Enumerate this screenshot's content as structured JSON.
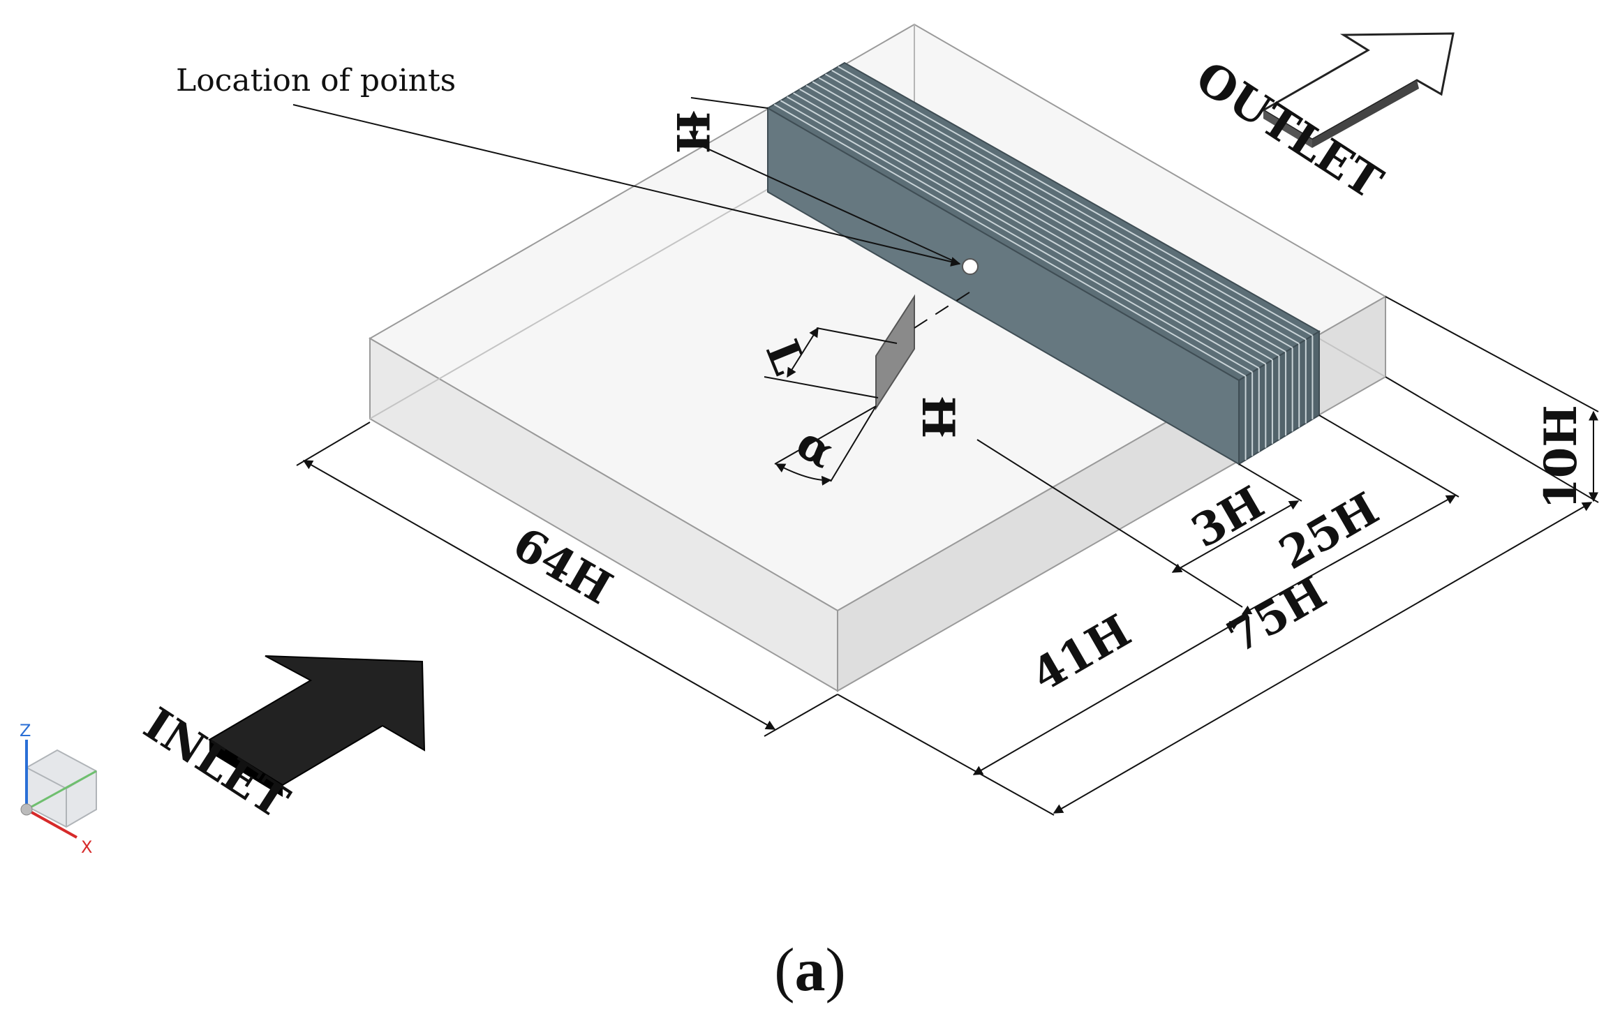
{
  "annotation": {
    "location_label": "Location of points"
  },
  "flow": {
    "inlet_label": "INLET",
    "outlet_label": "OUTLET"
  },
  "dimensions": {
    "h_top": "H",
    "l": "L",
    "h_plate": "H",
    "alpha": "α",
    "d64": "64H",
    "d3": "3H",
    "d25": "25H",
    "d41": "41H",
    "d75": "75H",
    "d10": "10H"
  },
  "axes": {
    "z": "Z",
    "x": "X"
  },
  "caption": {
    "paren_open": "(",
    "letter": "a",
    "paren_close": ")"
  }
}
